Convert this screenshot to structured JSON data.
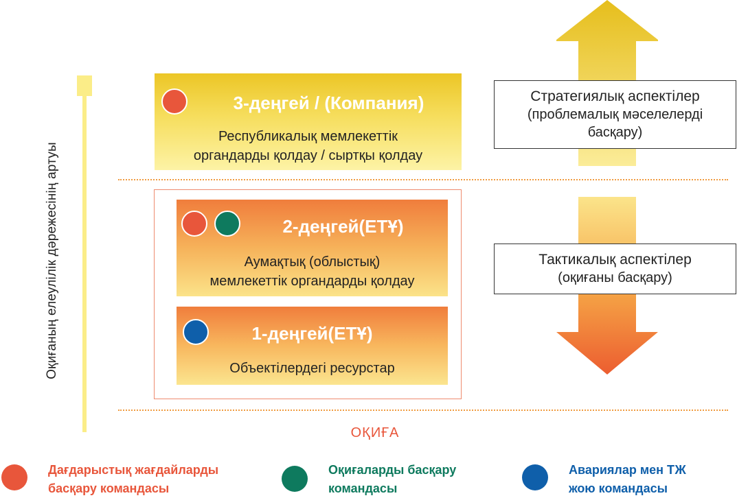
{
  "axis": {
    "label": "Оқиғаның елеулілік дәрежесінің артуы"
  },
  "levels": [
    {
      "title": "3-деңгей / (Компания)",
      "description": [
        "Республикалық мемлекеттік",
        "органдарды қолдау / сыртқы қолдау"
      ],
      "teams": [
        "crisis"
      ]
    },
    {
      "title": "2-деңгей(ЕТҰ)",
      "description": [
        "Аумақтық (облыстық)",
        "мемлекеттік органдарды қолдау"
      ],
      "teams": [
        "crisis",
        "incident"
      ]
    },
    {
      "title": "1-деңгей(ЕТҰ)",
      "description": [
        "Объектілердегі ресурстар"
      ],
      "teams": [
        "emergency"
      ]
    }
  ],
  "aspects": {
    "strategic": [
      "Стратегиялық аспектілер",
      "(проблемалық мәселелерді",
      "басқару)"
    ],
    "tactical": [
      "Тактикалық аспектілер",
      "(оқиғаны басқару)"
    ]
  },
  "event_label": "ОҚИҒА",
  "legend": [
    {
      "id": "crisis",
      "lines": [
        "Дағдарыстық жағдайларды",
        "басқару командасы"
      ],
      "color": "#e8563b"
    },
    {
      "id": "incident",
      "lines": [
        "Оқиғаларды басқару",
        "командасы"
      ],
      "color": "#0e7a5e"
    },
    {
      "id": "emergency",
      "lines": [
        "Авариялар мен ТЖ",
        "жою  командасы"
      ],
      "color": "#0f5faa"
    }
  ],
  "colors": {
    "yellow": "#ecc626",
    "orange": "#f07d3c",
    "dotted_line": "#f09a3e"
  }
}
